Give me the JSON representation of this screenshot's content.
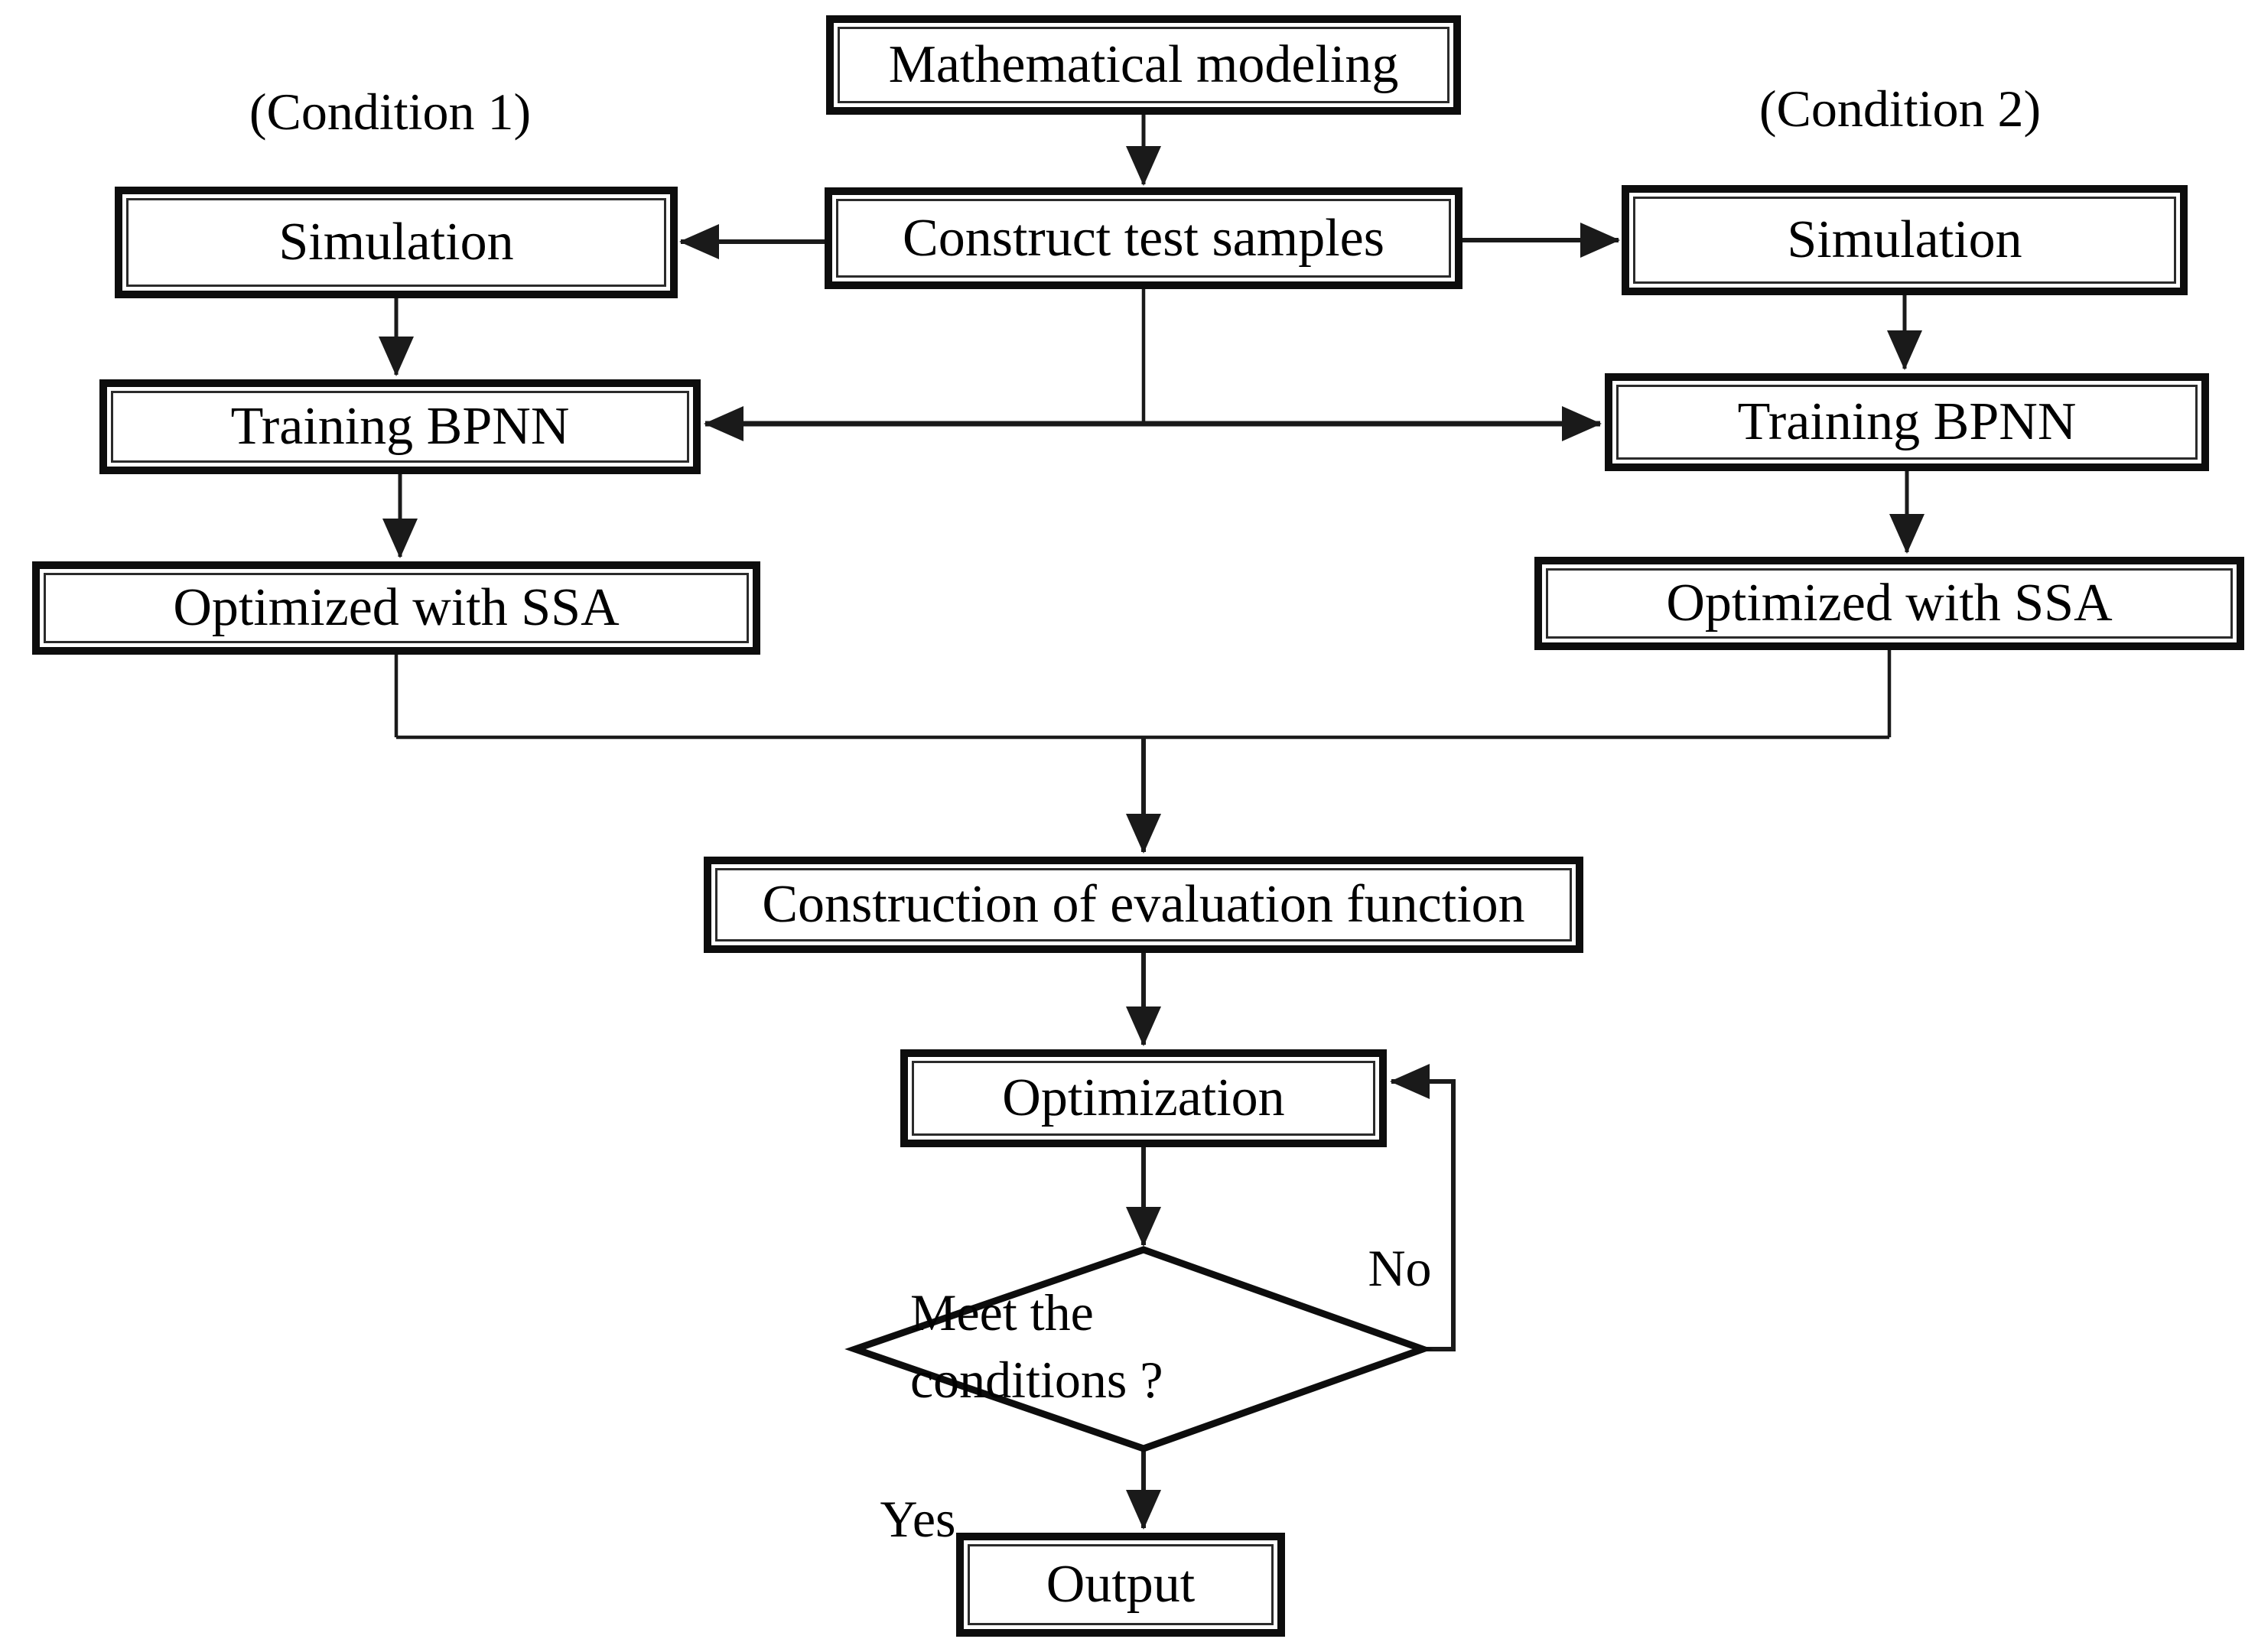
{
  "page": {
    "background": "#ffffff"
  },
  "colors": {
    "line": "#1a1a1a",
    "box_border": "#0d0d0d",
    "box_fill": "#ffffff",
    "text": "#000000"
  },
  "flowchart": {
    "nodes": {
      "mathematical_modeling": "Mathematical modeling",
      "construct_test_samples": "Construct test samples",
      "simulation_left": "Simulation",
      "simulation_right": "Simulation",
      "training_bpnn_left": "Training BPNN",
      "training_bpnn_right": "Training BPNN",
      "optimized_with_ssa_left": "Optimized with SSA",
      "optimized_with_ssa_right": "Optimized with SSA",
      "construction_of_evaluation_function": "Construction of evaluation function",
      "optimization": "Optimization",
      "output": "Output"
    },
    "decision": {
      "line1": "Meet the",
      "line2": "conditions ?"
    },
    "annotations": {
      "condition1": "(Condition 1)",
      "condition2": "(Condition 2)",
      "no_label": "No",
      "yes_label": "Yes"
    }
  }
}
